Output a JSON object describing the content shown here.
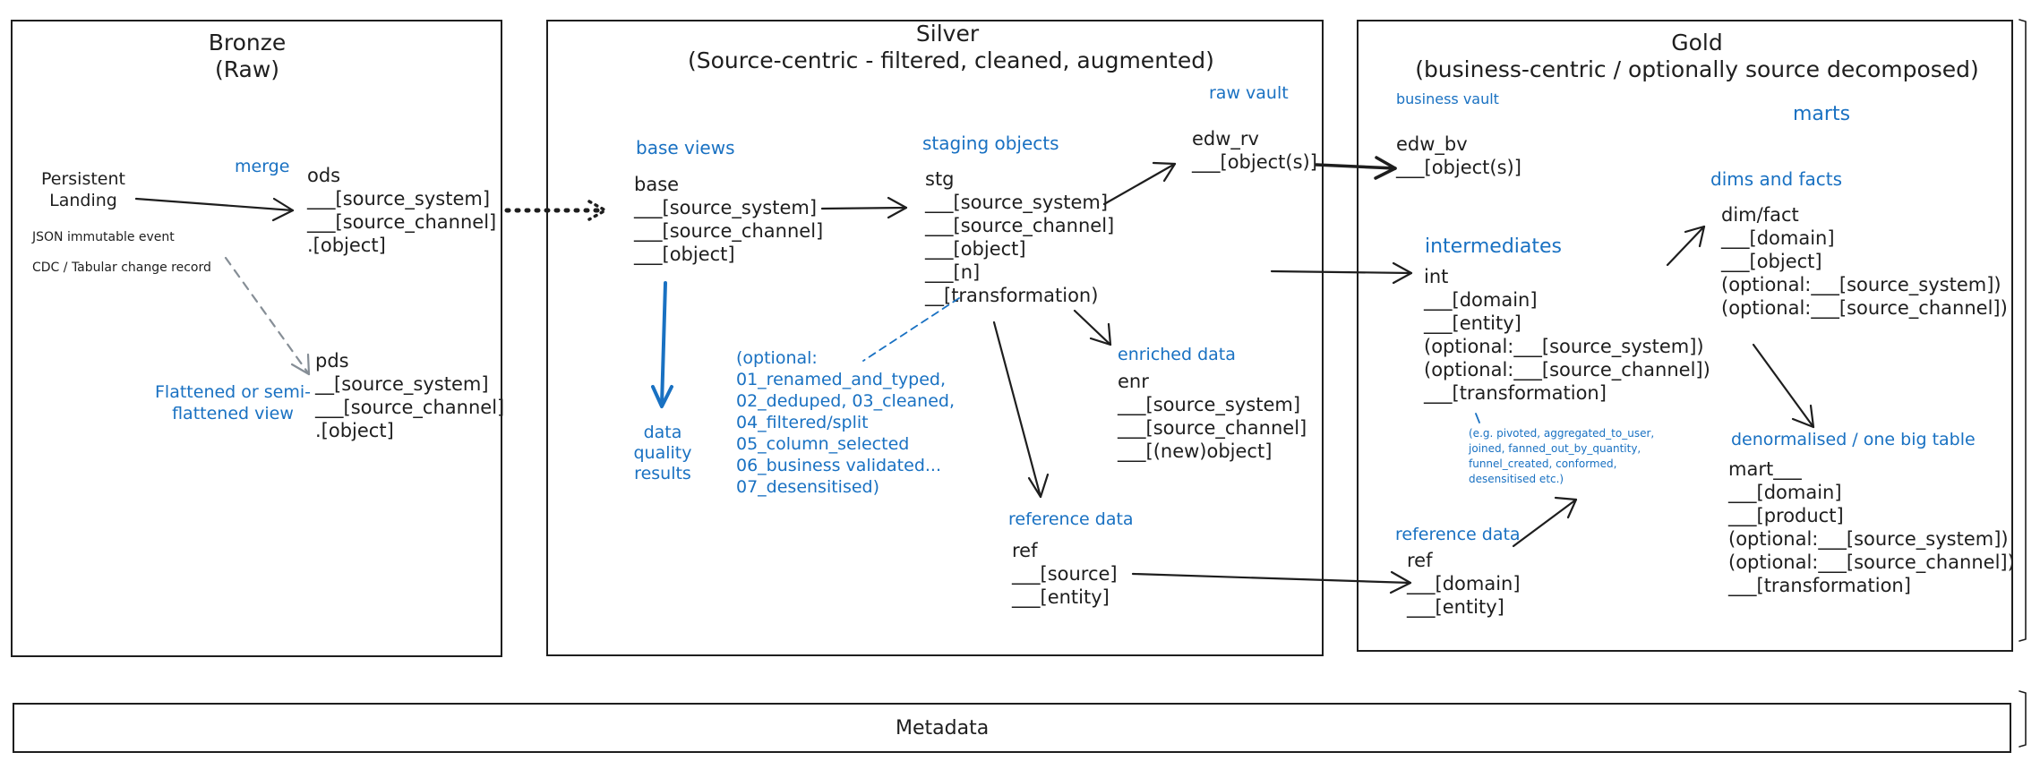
{
  "bronze": {
    "title": "Bronze\n(Raw)",
    "persistent_landing": "Persistent\nLanding",
    "json_note": "JSON immutable event",
    "cdc_note": "CDC / Tabular change record",
    "merge_label": "merge",
    "ods_block": "ods\n___[source_system]\n___[source_channel]\n.[object]",
    "pds_block": "pds\n__[source_system]\n___[source_channel]\n.[object]",
    "flattened_label": "Flattened or semi-\nflattened view"
  },
  "silver": {
    "title": "Silver\n(Source-centric - filtered, cleaned, augmented)",
    "base_views_label": "base views",
    "base_block": "base\n___[source_system]\n___[source_channel]\n___[object]",
    "data_quality_label": "data\nquality\nresults",
    "staging_label": "staging objects",
    "stg_block": "stg\n___[source_system]\n___[source_channel]\n___[object]\n___[n]\n__[transformation)",
    "raw_vault_label": "raw vault",
    "edw_rv_block": "edw_rv\n___[object(s)]",
    "optional_block": "(optional:\n01_renamed_and_typed,\n02_deduped, 03_cleaned,\n04_filtered/split\n05_column_selected\n06_business validated...\n07_desensitised)",
    "enriched_label": "enriched data",
    "enr_block": "enr\n___[source_system]\n___[source_channel]\n___[(new)object]",
    "reference_label": "reference data",
    "ref_block": "ref\n___[source]\n___[entity]"
  },
  "gold": {
    "title": "Gold\n(business-centric / optionally source decomposed)",
    "business_vault_label": "business vault",
    "edw_bv_block": "edw_bv\n___[object(s)]",
    "marts_label": "marts",
    "dims_facts_label": "dims and facts",
    "dim_fact_block": "dim/fact\n___[domain]\n___[object]\n(optional:___[source_system])\n(optional:___[source_channel])",
    "intermediates_label": "intermediates",
    "int_block": "int\n___[domain]\n___[entity]\n(optional:___[source_system])\n(optional:___[source_channel])\n___[transformation]",
    "eg_note": "(e.g. pivoted, aggregated_to_user,\njoined, fanned_out_by_quantity,\nfunnel_created, conformed,\ndesensitised etc.)",
    "denormalised_label": "denormalised / one big table",
    "mart_block": "mart___\n___[domain]\n___[product]\n(optional:___[source_system])\n(optional:___[source_channel])\n___[transformation]",
    "reference_label": "reference data",
    "ref_block": "ref\n___[domain]\n___[entity]"
  },
  "metadata": {
    "label": "Metadata"
  },
  "colors": {
    "ink": "#1e1e1e",
    "accent_blue": "#1971c2",
    "gray_dashed": "#868e96"
  }
}
